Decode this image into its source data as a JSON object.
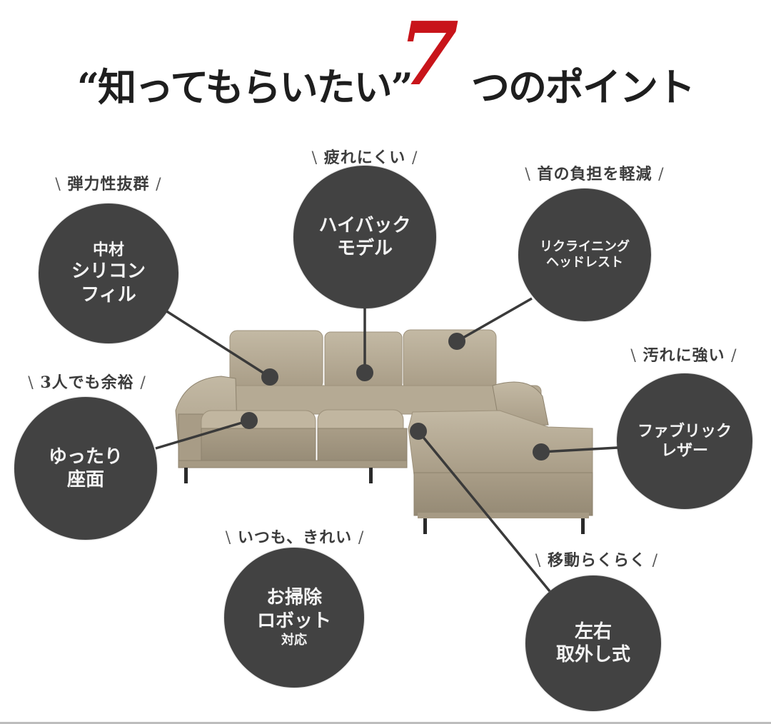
{
  "header": {
    "title_prefix": "“知ってもらいたい”",
    "title_number": "7",
    "title_suffix": "つのポイント",
    "number_color": "#c8141a"
  },
  "colors": {
    "circle_bg": "#424242",
    "circle_text": "#f4f4f4",
    "tag_text": "#3c3c3c",
    "sofa_fabric": "#b7ab95",
    "connector": "#3a3a3a"
  },
  "product": {
    "name": "L-shaped couch sofa (beige fabric leather)",
    "icon": "sofa-illustration"
  },
  "points": [
    {
      "id": "silicon-fill",
      "tag": "弾力性抜群",
      "lines": [
        "中材",
        "シリコン",
        "フィル"
      ]
    },
    {
      "id": "high-back",
      "tag": "疲れにくい",
      "lines": [
        "ハイバック",
        "モデル"
      ]
    },
    {
      "id": "reclining-headrest",
      "tag": "首の負担を軽減",
      "lines": [
        "リクライニング",
        "ヘッドレスト"
      ]
    },
    {
      "id": "wide-seat",
      "tag": "3人でも余裕",
      "lines": [
        "ゆったり",
        "座面"
      ]
    },
    {
      "id": "fabric-leather",
      "tag": "汚れに強い",
      "lines": [
        "ファブリック",
        "レザー"
      ]
    },
    {
      "id": "robot-cleaner",
      "tag": "いつも、きれい",
      "lines": [
        "お掃除",
        "ロボット",
        "対応"
      ]
    },
    {
      "id": "detachable",
      "tag": "移動らくらく",
      "lines": [
        "左右",
        "取外し式"
      ]
    }
  ],
  "tag_brackets": {
    "open": "\\",
    "close": "/"
  }
}
